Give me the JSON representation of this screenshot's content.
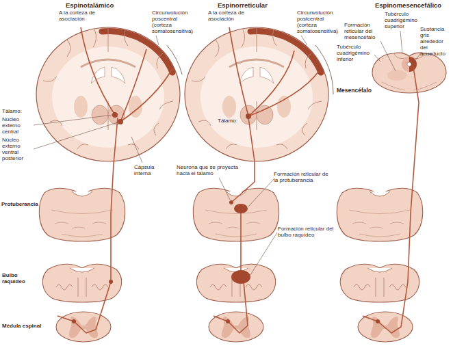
{
  "diagram": {
    "labels": [
      "Espinotalámico",
      "Espinorreticular",
      "Espinomesencefálico",
      "A la corteza de asociación",
      "Circunvolución poscentral (corteza somatosensitiva)",
      "Tálamo:",
      "Núcleo externo central",
      "Núcleo externo ventral posterior",
      "Cápsula interna",
      "Protuberancia",
      "Bulbo raquídeo",
      "Médula espinal",
      "A la corteza de asociación",
      "Circunvolución postcentral (corteza somatosensitiva)",
      "Tálamo:",
      "Neurona que se proyecta hacia el tálamo",
      "Formación reticular de la protuberancia",
      "Formación reticular del bulbo raquídeo",
      "Formación reticular del mesencéfalo",
      "Tubérculo cuadrigémino superior",
      "Tubérculo cuadrigémino inferior",
      "Sustancia gris alrededor del acueducto",
      "Mesencéfalo"
    ]
  }
}
